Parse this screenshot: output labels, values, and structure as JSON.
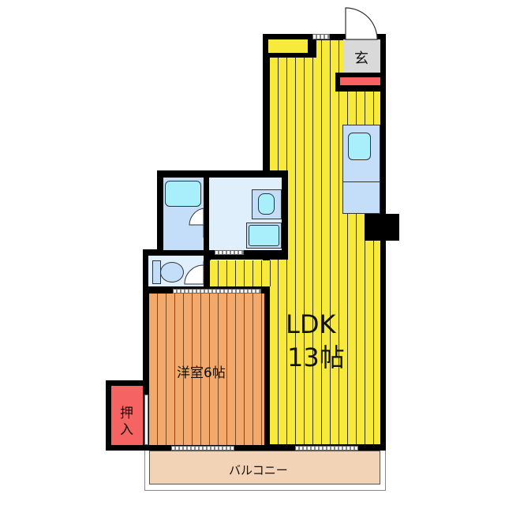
{
  "floorplan": {
    "rooms": {
      "ldk": {
        "label_line1": "LDK",
        "label_line2": "13帖",
        "color": "#f8ea3a"
      },
      "western_room": {
        "label": "洋室6帖",
        "color": "#f2a96b"
      },
      "closet": {
        "label_line1": "押",
        "label_line2": "入",
        "color": "#f56363"
      },
      "entrance": {
        "label": "玄",
        "color": "#d9d9d9"
      },
      "balcony": {
        "label": "バルコニー",
        "color": "#f3d3b5"
      },
      "bathroom": {
        "color": "#c4ddf8"
      },
      "washroom": {
        "color": "#dff0fc"
      },
      "toilet": {
        "color": "#dff0fc"
      }
    },
    "fixtures": [
      "bathtub",
      "washbasin",
      "washing-machine-pan",
      "toilet",
      "kitchen-sink",
      "shoe-cabinet",
      "storage-shelf"
    ],
    "colors": {
      "wall": "#000000",
      "fixture": "#a9eefb",
      "shoe_cabinet": "#f56363"
    }
  }
}
